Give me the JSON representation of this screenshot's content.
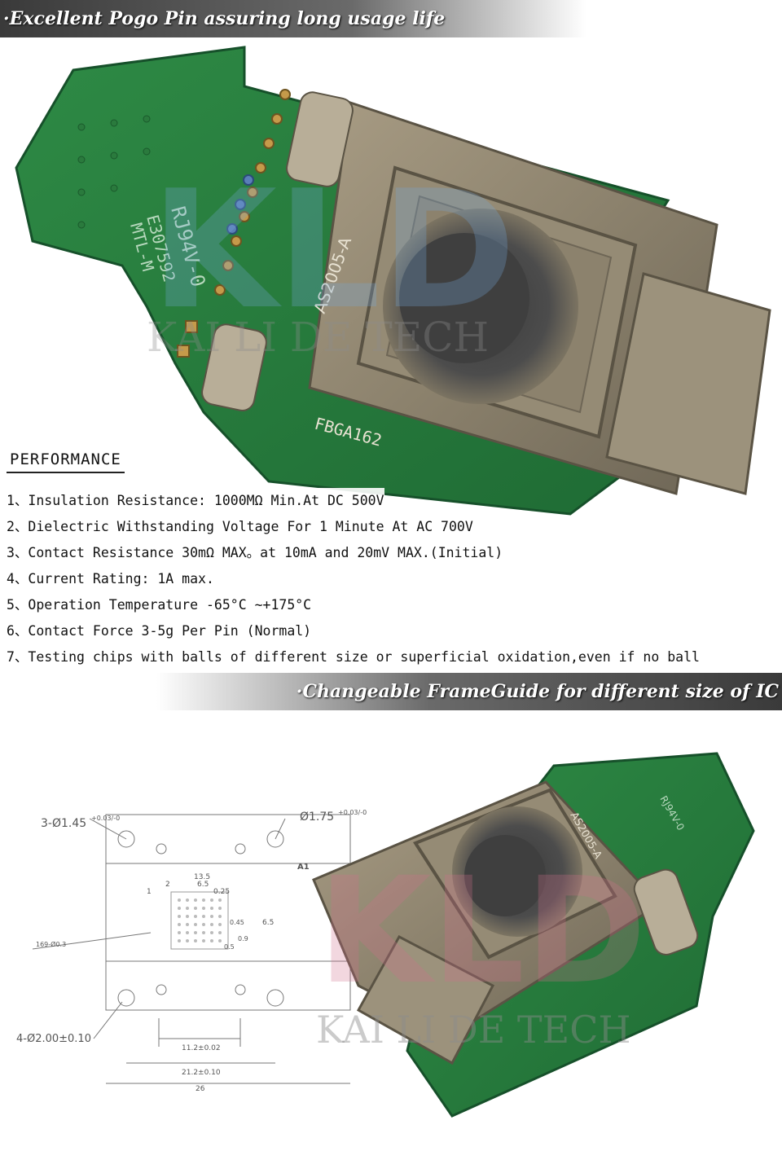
{
  "banners": {
    "top": "·Excellent Pogo Pin assuring long usage life",
    "middle": "·Changeable FrameGuide for different size of IC"
  },
  "photo_top": {
    "socket_label": "AS2005-A",
    "package_label": "FBGA162",
    "board_marking_1": "RJ94V-0",
    "board_marking_2": "E307592",
    "board_marking_3": "MTL-M",
    "watermark_logo": "KLD",
    "watermark_text": "KAI LI DE TECH"
  },
  "performance": {
    "title": "PERFORMANCE",
    "items": [
      "1、Insulation Resistance: 1000MΩ Min.At DC 500V",
      "2、Dielectric Withstanding Voltage For 1 Minute At AC 700V",
      "3、Contact Resistance 30mΩ MAX。at 10mA and 20mV MAX.(Initial)",
      "4、Current Rating: 1A max.",
      "5、Operation Temperature -65°C ~+175°C",
      "6、Contact Force 3-5g Per Pin (Normal)",
      "7、Testing chips with balls of different size or superficial oxidation,even if no ball"
    ]
  },
  "drawing": {
    "hole_small": "3-Ø1.45",
    "hole_small_tol": "+0.03/-0",
    "hole_top_right": "Ø1.75",
    "hole_top_right_tol": "+0.03/-0",
    "marker": "A1",
    "dim_13_5": "13.5",
    "dim_6_5": "6.5",
    "dim_2": "2",
    "dim_1": "1",
    "dim_0_25": "0.25",
    "dim_0_45": "0.45",
    "dim_0_5": "0.5",
    "dim_0_9": "0.9",
    "dim_6_5_v": "6.5",
    "balls": "169-Ø0.3",
    "hole_large": "4-Ø2.00±0.10",
    "dim_11_2": "11.2±0.02",
    "dim_21_2": "21.2±0.10",
    "dim_26": "26"
  },
  "photo_bottom": {
    "socket_label": "AS2005-A",
    "board_marking": "RJ94V-0",
    "watermark_logo": "KLD",
    "watermark_text": "KAI LI DE TECH"
  }
}
